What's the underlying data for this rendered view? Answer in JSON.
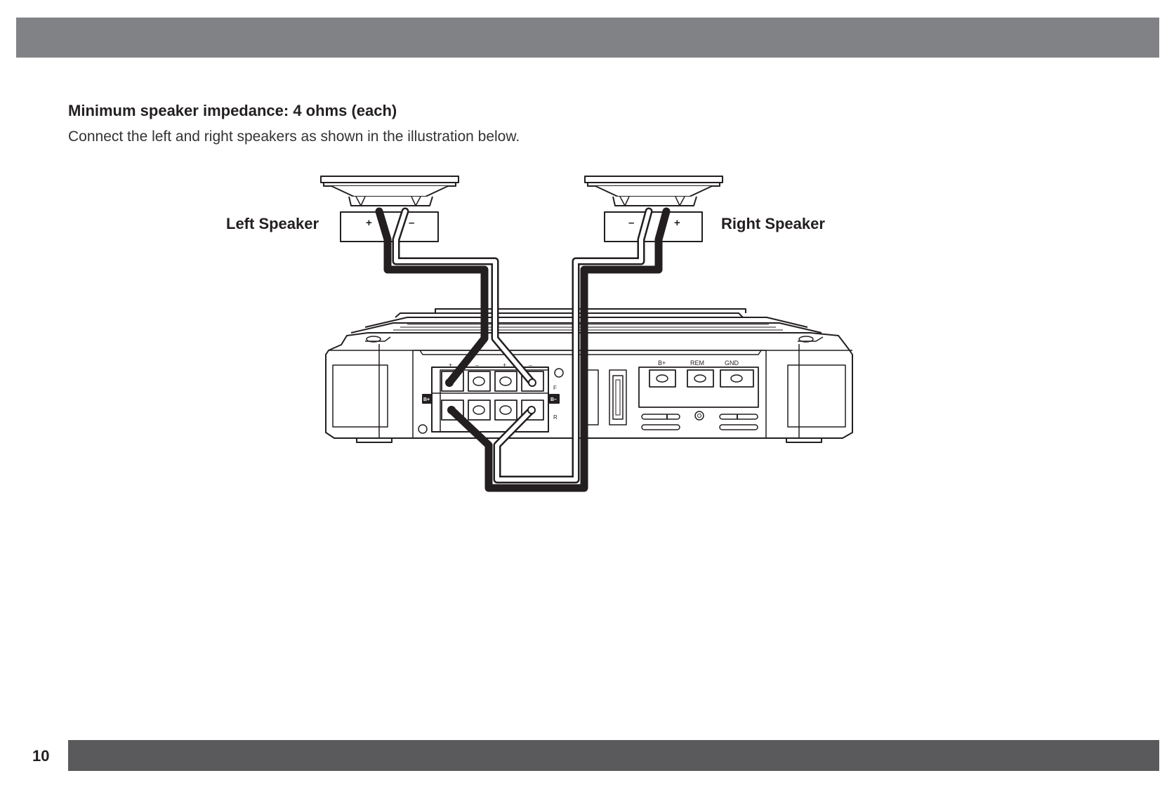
{
  "page": {
    "number": "10"
  },
  "content": {
    "heading": "Minimum speaker impedance: 4 ohms (each)",
    "instruction": "Connect the left and right speakers as shown in the illustration below."
  },
  "diagram": {
    "left_speaker": {
      "label": "Left Speaker",
      "plus": "+",
      "minus": "–"
    },
    "right_speaker": {
      "label": "Right Speaker",
      "plus": "+",
      "minus": "–"
    },
    "amplifier": {
      "speaker_terminal_signs": [
        "+",
        "–",
        "+",
        "–"
      ],
      "front_label": "F",
      "rear_label": "R",
      "bridge_left": "B+",
      "bridge_right": "B–",
      "power_labels": {
        "bplus": "B+",
        "rem": "REM",
        "gnd": "GND"
      }
    }
  },
  "colors": {
    "top_band": "#818285",
    "bottom_band": "#5a5a5c",
    "line": "#231f20"
  }
}
